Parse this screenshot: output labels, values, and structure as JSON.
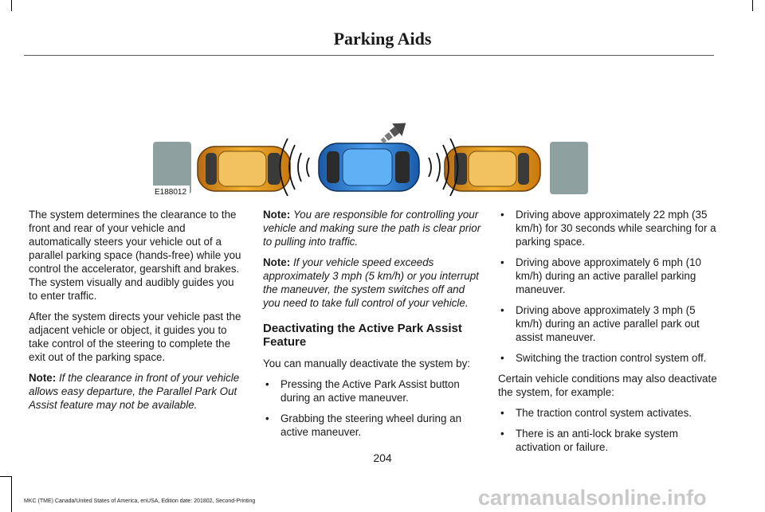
{
  "header": {
    "title": "Parking Aids"
  },
  "illustration": {
    "code": "E188012"
  },
  "column1": {
    "para1": "The system determines the clearance to the front and rear of your vehicle and automatically steers your vehicle out of a parallel parking space (hands-free) while you control the accelerator, gearshift and brakes. The system visually and audibly guides you to enter traffic.",
    "para2": "After the system directs your vehicle past the adjacent vehicle or object, it guides you to take control of the steering to complete the exit out of the parking space.",
    "note_label": "Note:",
    "note_text": "If the clearance in front of your vehicle allows easy departure, the Parallel Park Out Assist feature may not be available."
  },
  "column2": {
    "note1_label": "Note:",
    "note1_text": "You are responsible for controlling your vehicle and making sure the path is clear prior to pulling into traffic.",
    "note2_label": "Note:",
    "note2_text": "If your vehicle speed exceeds approximately 3 mph (5 km/h) or you interrupt the maneuver, the system switches off and you need to take full control of your vehicle.",
    "heading": "Deactivating the Active Park Assist Feature",
    "intro": "You can manually deactivate the system by:",
    "bullets": [
      "Pressing the Active Park Assist button during an active maneuver.",
      "Grabbing the steering wheel during an active maneuver."
    ]
  },
  "column3": {
    "bullets": [
      "Driving above approximately 22 mph (35 km/h) for 30 seconds while searching for a parking space.",
      "Driving above approximately 6 mph (10 km/h) during an active parallel parking maneuver.",
      "Driving above approximately 3 mph (5 km/h) during an active parallel park out assist maneuver.",
      "Switching the traction control system off."
    ],
    "intro2": "Certain vehicle conditions may also deactivate the system, for example:",
    "bullets2": [
      "The traction control system activates.",
      "There is an anti-lock brake system activation or failure."
    ]
  },
  "bullet_symbol": "•",
  "page_number": "204",
  "footer": "MKC (TME) Canada/United States of America, enUSA, Edition date: 201802, Second-Printing",
  "watermark": "carmanualsonline.info",
  "colors": {
    "car_side": "#e8a020",
    "car_center": "#2f86d6",
    "curb": "#8fa0a0"
  }
}
